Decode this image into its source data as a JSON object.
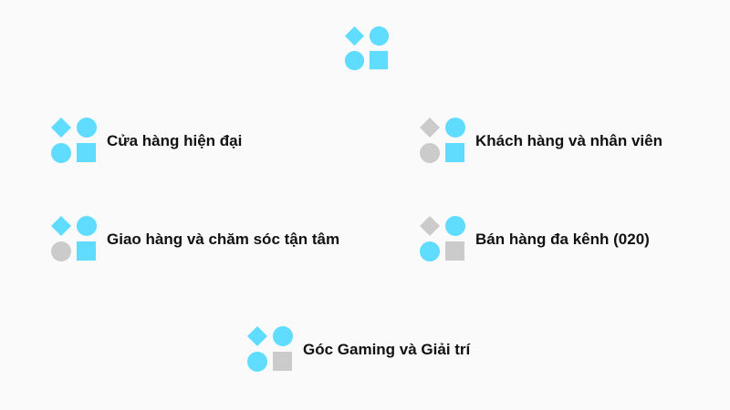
{
  "colors": {
    "accent": "#5fdcff",
    "muted": "#cbcbcb",
    "text": "#111111",
    "background": "#fafafa"
  },
  "logo": {
    "icon": "shapes-icon",
    "shapes": [
      "accent",
      "accent",
      "accent",
      "accent"
    ]
  },
  "items": [
    {
      "label": "Cửa hàng hiện đại",
      "icon": "shapes-icon",
      "shapes": [
        "accent",
        "accent",
        "accent",
        "accent"
      ]
    },
    {
      "label": "Khách hàng và nhân viên",
      "icon": "shapes-icon",
      "shapes": [
        "muted",
        "accent",
        "muted",
        "accent"
      ]
    },
    {
      "label": "Giao hàng và chăm sóc tận tâm",
      "icon": "shapes-icon",
      "shapes": [
        "accent",
        "accent",
        "muted",
        "accent"
      ]
    },
    {
      "label": "Bán hàng đa kênh (020)",
      "icon": "shapes-icon",
      "shapes": [
        "muted",
        "accent",
        "accent",
        "muted"
      ]
    },
    {
      "label": "Góc Gaming và Giải trí",
      "icon": "shapes-icon",
      "shapes": [
        "accent",
        "accent",
        "accent",
        "muted"
      ]
    }
  ]
}
